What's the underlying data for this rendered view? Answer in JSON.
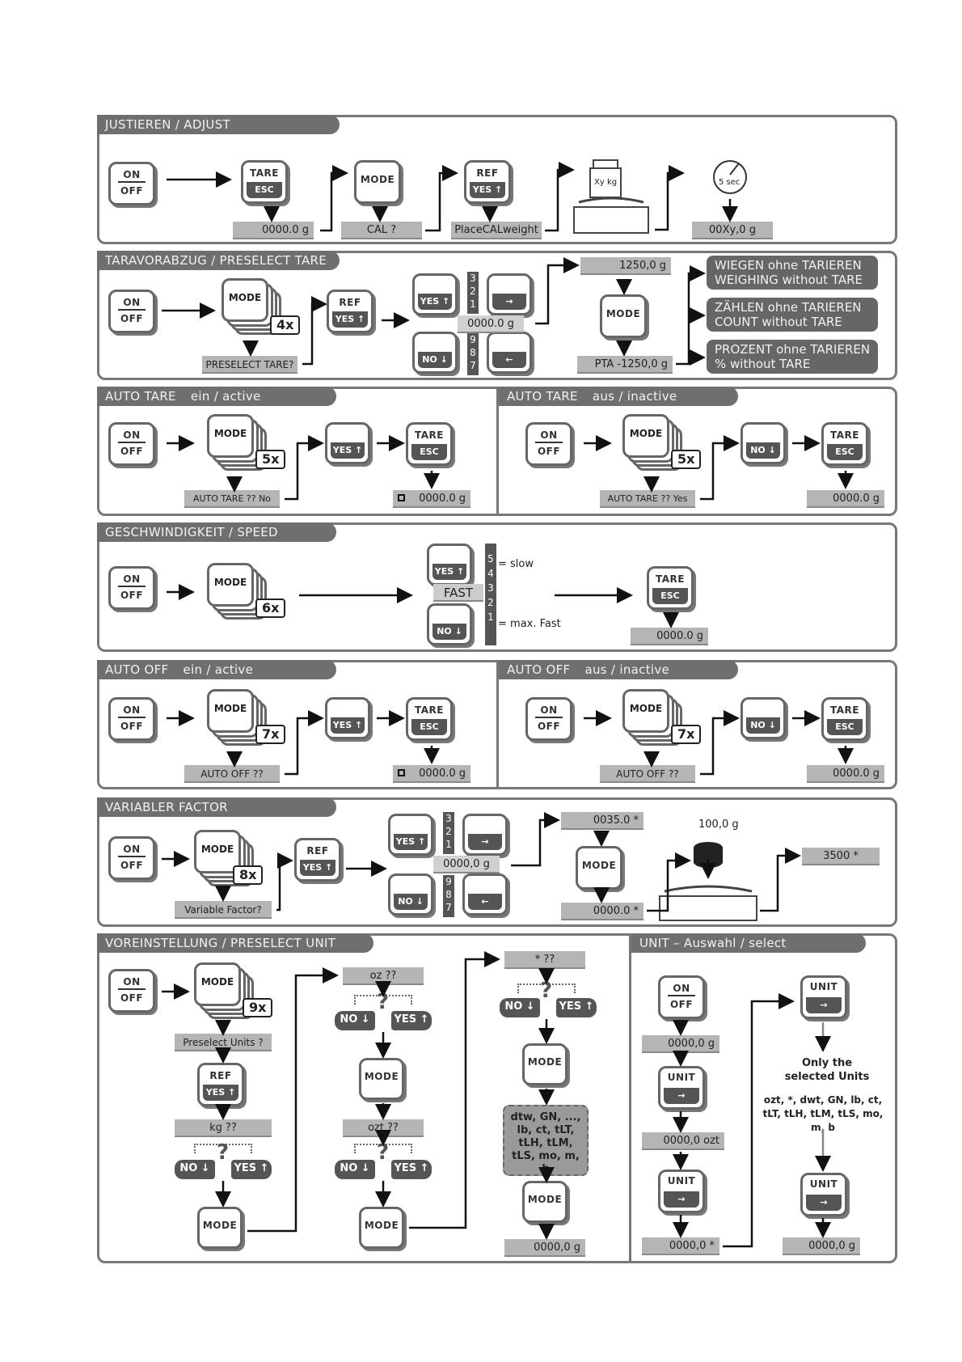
{
  "keys": {
    "on": "ON",
    "off": "OFF",
    "tare": "TARE",
    "esc": "ESC",
    "mode": "MODE",
    "ref": "REF",
    "yes": "YES",
    "no": "NO",
    "unit": "UNIT"
  },
  "adjust": {
    "title": "JUSTIEREN / ADJUST",
    "disp1": "0000.0 g",
    "disp2": "CAL  ?",
    "disp3": "PlaceCALweight",
    "disp4": "00Xy,0  g",
    "weight_label": "Xy kg",
    "timer_label": "5 sec"
  },
  "preselect_tare": {
    "title": "TARAVORABZUG / PRESELECT TARE",
    "count": "4x",
    "prompt": "PRESELECT TARE?",
    "digits": "0000.0 g",
    "up_digits": [
      "3",
      "2",
      "1"
    ],
    "down_digits": [
      "9",
      "8",
      "7"
    ],
    "disp_top": "1250,0 g",
    "disp_bottom": "PTA  -1250,0 g",
    "boxes": [
      {
        "line1": "WIEGEN ohne TARIEREN",
        "line2": "WEIGHING without TARE"
      },
      {
        "line1": "ZÄHLEN ohne TARIEREN",
        "line2": "COUNT without TARE"
      },
      {
        "line1": "PROZENT ohne TARIEREN",
        "line2": "% without TARE"
      }
    ]
  },
  "auto_tare_on": {
    "title": "AUTO TARE",
    "sub": "ein / active",
    "count": "5x",
    "prompt": "AUTO TARE ??  No",
    "result": "0000.0 g"
  },
  "auto_tare_off": {
    "title": "AUTO TARE",
    "sub": "aus / inactive",
    "count": "5x",
    "prompt": "AUTO TARE ??  Yes",
    "result": "0000.0 g"
  },
  "speed": {
    "title": "GESCHWINDIGKEIT / SPEED",
    "count": "6x",
    "fast": "FAST",
    "digits": [
      "5",
      "4",
      "3",
      "2",
      "1"
    ],
    "slow_label": "= slow",
    "max_label": "= max. Fast",
    "result": "0000.0 g"
  },
  "auto_off_on": {
    "title": "AUTO OFF",
    "sub": "ein / active",
    "count": "7x",
    "prompt": "AUTO OFF ??",
    "result": "0000.0 g"
  },
  "auto_off_off": {
    "title": "AUTO OFF",
    "sub": "aus / inactive",
    "count": "7x",
    "prompt": "AUTO OFF ??",
    "result": "0000.0 g"
  },
  "variable_factor": {
    "title": "VARIABLER FACTOR",
    "count": "8x",
    "prompt": "Variable Factor?",
    "digits": "0000,0 g",
    "up_digits": [
      "3",
      "2",
      "1"
    ],
    "down_digits": [
      "9",
      "8",
      "7"
    ],
    "disp_top": "0035.0 *",
    "disp_bottom": "0000.0 *",
    "weight_label": "100,0 g",
    "result": "3500 *"
  },
  "preselect_unit": {
    "title": "VOREINSTELLUNG / PRESELECT UNIT",
    "count": "9x",
    "prompt": "Preselect Units ?",
    "kg": "kg  ??",
    "oz": "oz  ??",
    "ozt": "ozt  ??",
    "star": "*          ??",
    "units_box": "dtw, GN, ..., lb, ct, tLT, tLH, tLM, tLS, mo, m, b",
    "result": "0000,0 g"
  },
  "unit_select": {
    "title": "UNIT –  Auswahl / select",
    "disp1": "0000,0 g",
    "disp2": "0000,0 ozt",
    "disp3": "0000,0 *",
    "disp4": "0000,0 g",
    "note_title": "Only the selected Units",
    "note_units": "ozt, *, dwt, GN, lb, ct, tLT, tLH, tLM, tLS, mo, m, b"
  }
}
